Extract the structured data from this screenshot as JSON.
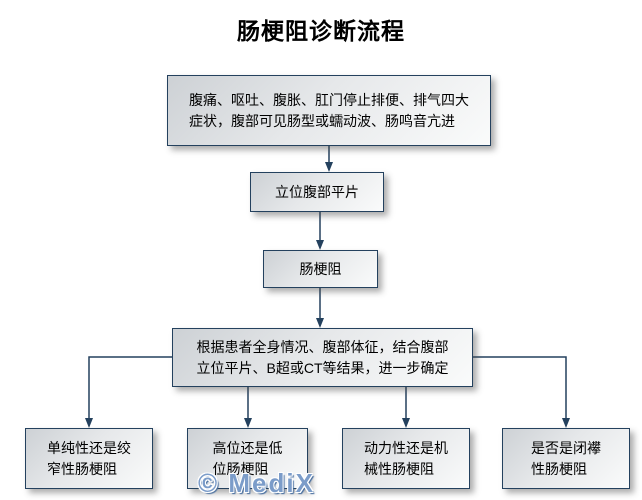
{
  "title": "肠梗阻诊断流程",
  "watermark": "© MediX",
  "colors": {
    "line_and_border": "#24415e",
    "box_fill_top_left": "#cdd1d5",
    "box_fill_bottom_right": "#fafbfb",
    "watermark_blue": "#7b9cc9",
    "background": "#ffffff",
    "text": "#000000"
  },
  "nodes": {
    "symptoms": {
      "line1": "腹痛、呕吐、腹胀、肛门停止排便、排气四大",
      "line2": "症状，腹部可见肠型或蠕动波、肠鸣音亢进"
    },
    "upright_film": {
      "label": "立位腹部平片"
    },
    "obstruction": {
      "label": "肠梗阻"
    },
    "further_confirm": {
      "line1": "根据患者全身情况、腹部体征，结合腹部",
      "line2": "立位平片、B超或CT等结果，进一步确定"
    },
    "simple_vs_strangulated": {
      "line1": "单纯性还是绞",
      "line2": "窄性肠梗阻"
    },
    "high_vs_low": {
      "line1": "高位还是低",
      "line2": "位肠梗阻"
    },
    "dynamic_vs_mechanical": {
      "line1": "动力性还是机",
      "line2": "械性肠梗阻"
    },
    "closed_loop": {
      "line1": "是否是闭襻",
      "line2": "性肠梗阻"
    }
  }
}
